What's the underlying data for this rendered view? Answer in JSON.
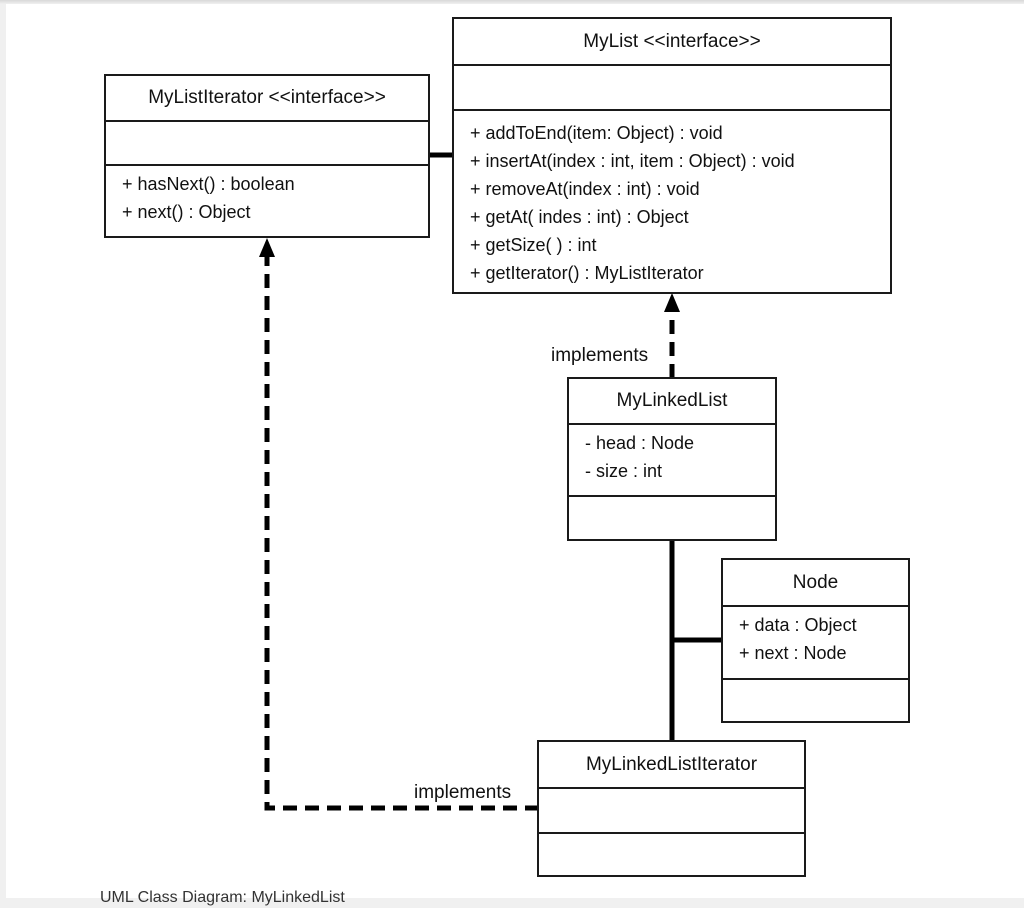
{
  "classes": {
    "my_list_iterator": {
      "title": "MyListIterator <<interface>>",
      "attributes": [],
      "methods": [
        "+ hasNext() : boolean",
        "+ next() : Object"
      ]
    },
    "my_list": {
      "title": "MyList <<interface>>",
      "attributes": [],
      "methods": [
        "+ addToEnd(item: Object) : void",
        "+ insertAt(index : int, item : Object) : void",
        "+ removeAt(index : int) : void",
        "+ getAt( indes : int) : Object",
        "+ getSize( ) : int",
        "+ getIterator() : MyListIterator"
      ]
    },
    "my_linked_list": {
      "title": "MyLinkedList",
      "attributes": [
        "- head : Node",
        "- size : int"
      ],
      "methods": []
    },
    "node": {
      "title": "Node",
      "attributes": [
        "+ data : Object",
        "+ next : Node"
      ],
      "methods": []
    },
    "my_linked_list_iterator": {
      "title": "MyLinkedListIterator",
      "attributes": [],
      "methods": []
    }
  },
  "relations": {
    "linked_list_implements": "implements",
    "iterator_implements": "implements"
  },
  "footer": {
    "caption": "UML Class Diagram: MyLinkedList"
  },
  "colors": {
    "line": "#000000",
    "box_border": "#1a1a1a",
    "background": "#ffffff"
  }
}
